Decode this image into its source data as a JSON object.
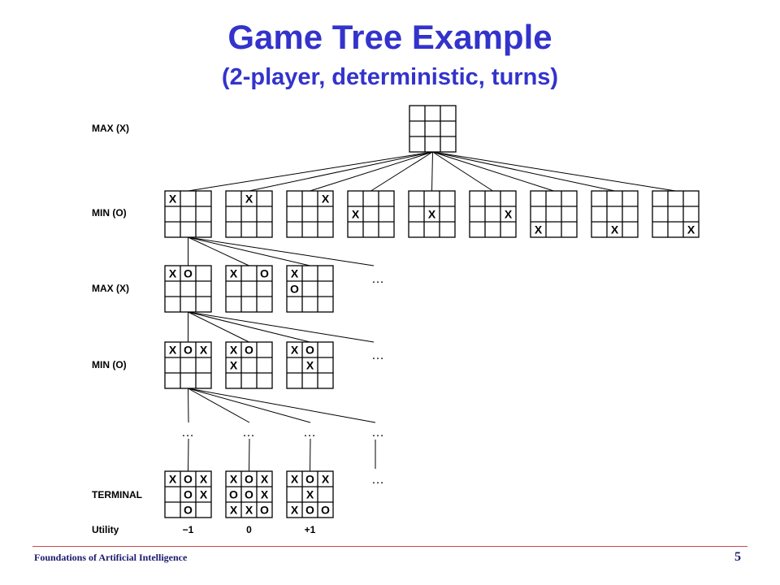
{
  "slide": {
    "title": "Game Tree Example",
    "subtitle": "(2-player, deterministic, turns)",
    "footer": "Foundations of Artificial Intelligence",
    "page_number": "5"
  },
  "levels": [
    {
      "id": "max1",
      "label": "MAX (X)"
    },
    {
      "id": "min1",
      "label": "MIN (O)"
    },
    {
      "id": "max2",
      "label": "MAX (X)"
    },
    {
      "id": "min2",
      "label": "MIN (O)"
    },
    {
      "id": "terminal",
      "label": "TERMINAL"
    },
    {
      "id": "utility",
      "label": "Utility"
    }
  ],
  "boards": {
    "root": [
      "",
      "",
      "",
      "",
      "",
      "",
      "",
      "",
      ""
    ],
    "level1": [
      [
        "X",
        "",
        "",
        "",
        "",
        "",
        "",
        "",
        ""
      ],
      [
        "",
        "X",
        "",
        "",
        "",
        "",
        "",
        "",
        ""
      ],
      [
        "",
        "",
        "X",
        "",
        "",
        "",
        "",
        "",
        ""
      ],
      [
        "",
        "",
        "",
        "X",
        "",
        "",
        "",
        "",
        ""
      ],
      [
        "",
        "",
        "",
        "",
        "X",
        "",
        "",
        "",
        ""
      ],
      [
        "",
        "",
        "",
        "",
        "",
        "X",
        "",
        "",
        ""
      ],
      [
        "",
        "",
        "",
        "",
        "",
        "",
        "X",
        "",
        ""
      ],
      [
        "",
        "",
        "",
        "",
        "",
        "",
        "",
        "X",
        ""
      ],
      [
        "",
        "",
        "",
        "",
        "",
        "",
        "",
        "",
        "X"
      ]
    ],
    "level2": [
      [
        "X",
        "O",
        "",
        "",
        "",
        "",
        "",
        "",
        ""
      ],
      [
        "X",
        "",
        "O",
        "",
        "",
        "",
        "",
        "",
        ""
      ],
      [
        "X",
        "",
        "",
        "O",
        "",
        "",
        "",
        "",
        ""
      ]
    ],
    "level3": [
      [
        "X",
        "O",
        "X",
        "",
        "",
        "",
        "",
        "",
        ""
      ],
      [
        "X",
        "O",
        "",
        "X",
        "",
        "",
        "",
        "",
        ""
      ],
      [
        "X",
        "O",
        "",
        "",
        "X",
        "",
        "",
        "",
        ""
      ]
    ],
    "terminal": [
      [
        "X",
        "O",
        "X",
        "",
        "O",
        "X",
        "",
        "O",
        ""
      ],
      [
        "X",
        "O",
        "X",
        "O",
        "O",
        "X",
        "X",
        "X",
        "O"
      ],
      [
        "X",
        "O",
        "X",
        "",
        "X",
        "",
        "X",
        "O",
        "O"
      ]
    ]
  },
  "utilities": [
    "−1",
    "0",
    "+1"
  ],
  "ellipsis": "…"
}
